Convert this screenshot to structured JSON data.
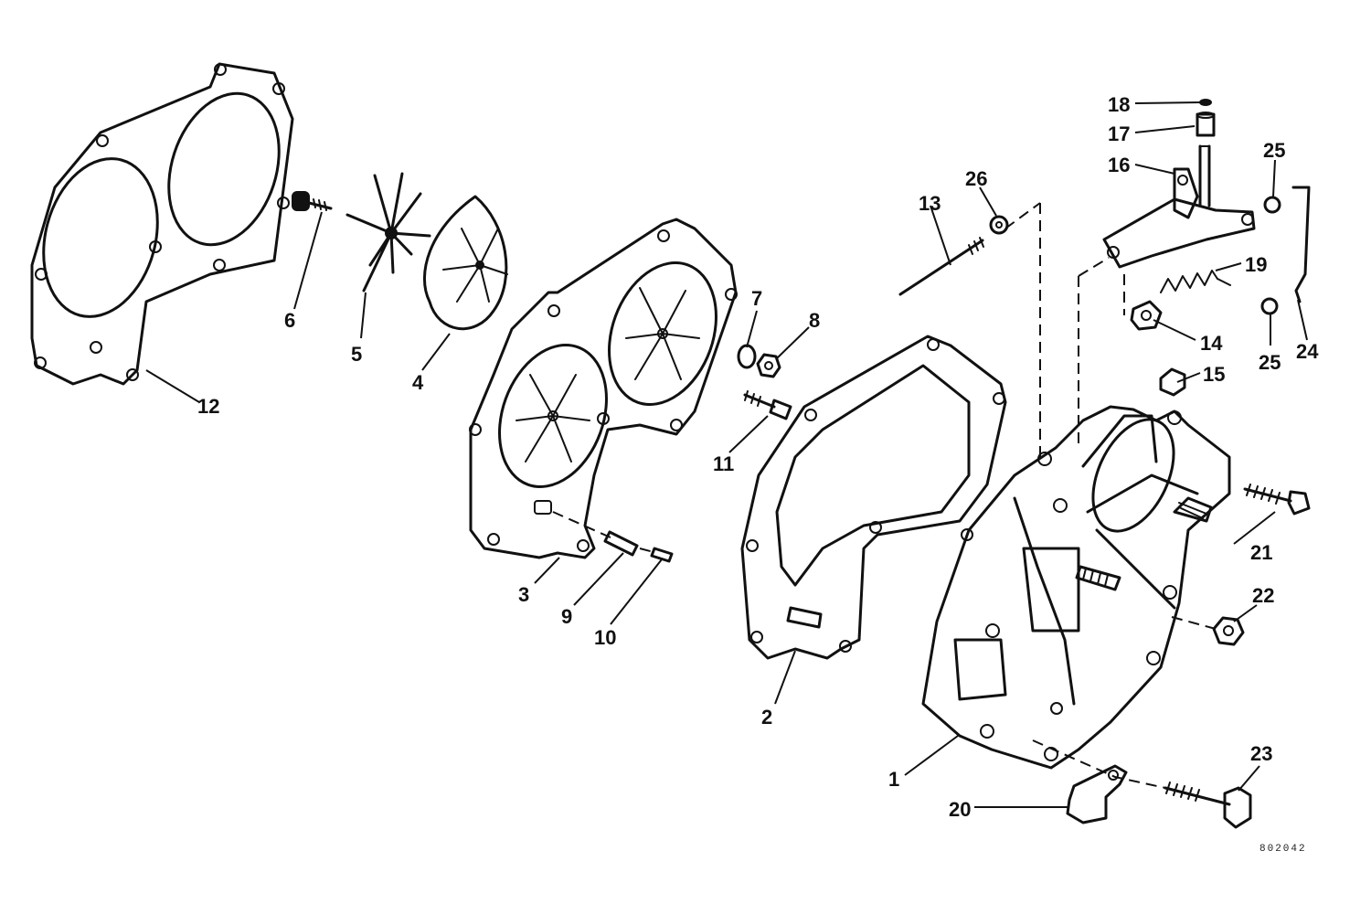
{
  "callouts": {
    "c1": "1",
    "c2": "2",
    "c3": "3",
    "c4": "4",
    "c5": "5",
    "c6": "6",
    "c7": "7",
    "c8": "8",
    "c9": "9",
    "c10": "10",
    "c11": "11",
    "c12": "12",
    "c13": "13",
    "c14": "14",
    "c15": "15",
    "c16": "16",
    "c17": "17",
    "c18": "18",
    "c19": "19",
    "c20": "20",
    "c21": "21",
    "c22": "22",
    "c23": "23",
    "c24": "24",
    "c25a": "25",
    "c25b": "25",
    "c26": "26"
  },
  "drawing_code": "802042"
}
